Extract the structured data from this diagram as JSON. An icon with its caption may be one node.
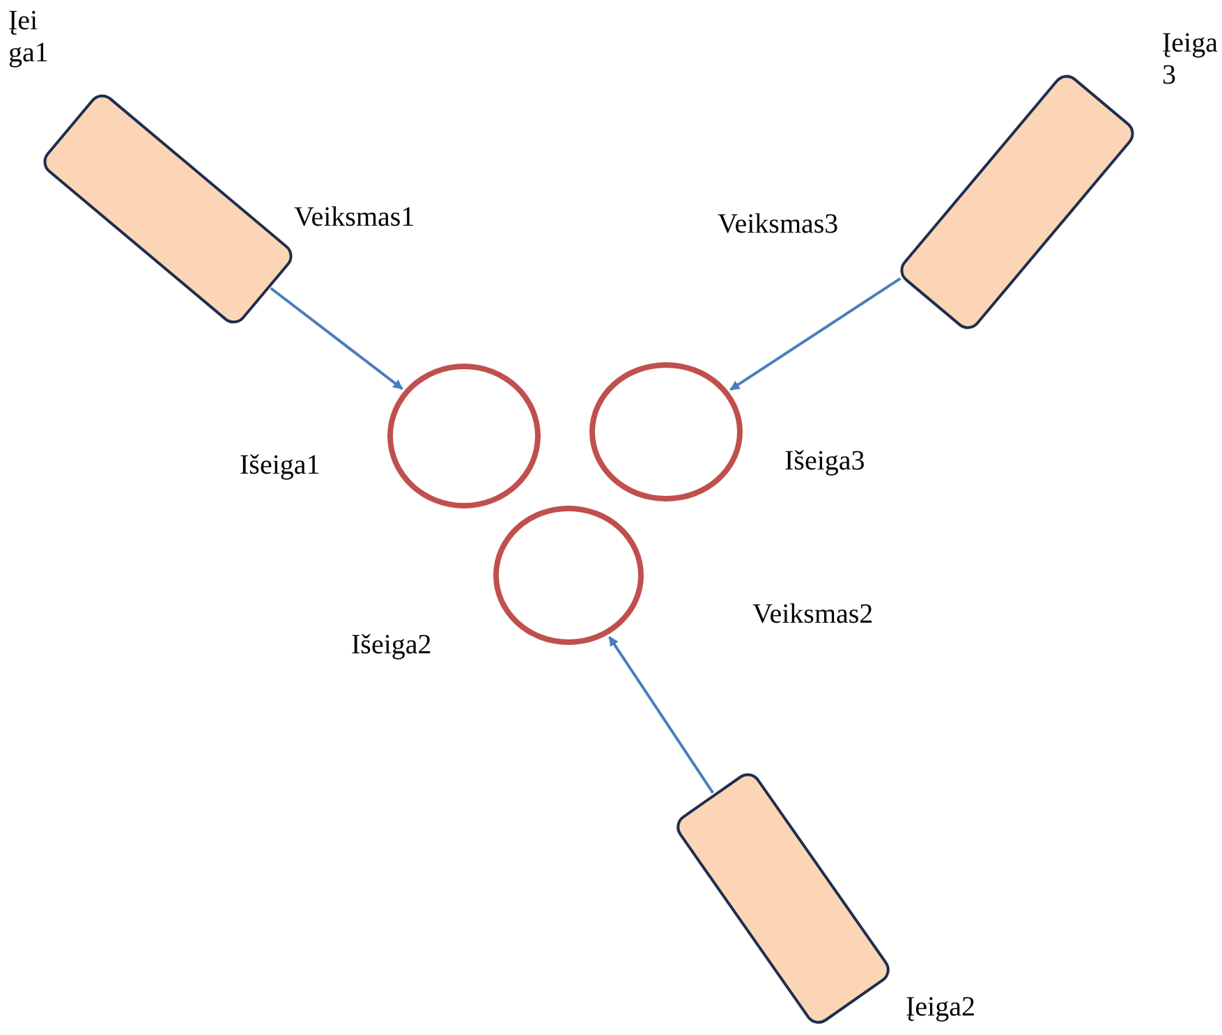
{
  "diagram": {
    "nodes": [
      {
        "text": [],
        "shape": "box",
        "beside": [
          "Įeiga1"
        ]
      },
      {
        "text": [],
        "shape": "box",
        "beside": [
          "Įeiga3"
        ]
      },
      {
        "text": [],
        "shape": "circle",
        "beside": [
          "Išeiga1"
        ]
      },
      {
        "text": [],
        "shape": "circle",
        "beside": [
          "Išeiga3"
        ]
      },
      {
        "text": [],
        "shape": "circle",
        "beside": [
          "Išeiga2"
        ]
      },
      {
        "text": [],
        "shape": "box",
        "beside": [
          "Įeiga2"
        ]
      }
    ],
    "edges": [
      {
        "from": 0,
        "to": 2,
        "arrow": "to",
        "label": "Veiksmas1"
      },
      {
        "from": 1,
        "to": 3,
        "arrow": "to",
        "label": "Veiksmas3"
      },
      {
        "from": 5,
        "to": 4,
        "arrow": "to",
        "label": "Veiksmas2"
      }
    ]
  }
}
